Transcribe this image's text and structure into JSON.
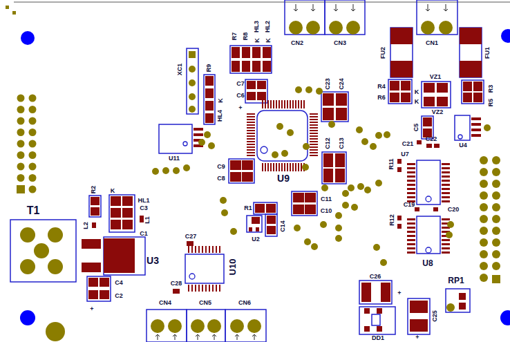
{
  "diagram": {
    "labels": [
      "CN2",
      "CN3",
      "CN1",
      "FU2",
      "FU1",
      "R7",
      "R8",
      "HL3",
      "K",
      "HL2",
      "K",
      "XC1",
      "R9",
      "C7",
      "C6",
      "+",
      "K",
      "HL4",
      "C23",
      "C24",
      "R4",
      "R6",
      "K",
      "K",
      "VZ1",
      "R3",
      "R5",
      "VZ2",
      "C5",
      "U4",
      "U11",
      "U9",
      "C9",
      "C8",
      "C12",
      "C13",
      "C21",
      "C22",
      "R11",
      "U7",
      "T1",
      "R2",
      "K",
      "HL1",
      "C3",
      "L1",
      "L2",
      "C1",
      "U3",
      "R1",
      "C11",
      "C10",
      "C14",
      "U2",
      "C19",
      "C20",
      "R12",
      "U8",
      "C27",
      "U10",
      "C4",
      "C2",
      "+",
      "C28",
      "CN4",
      "CN5",
      "CN6",
      "C26",
      "+",
      "RP1",
      "C25",
      "+",
      "DD1"
    ]
  }
}
